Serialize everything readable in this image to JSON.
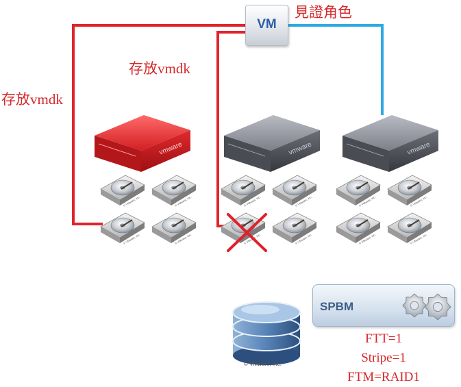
{
  "vm": {
    "label": "VM"
  },
  "labels": {
    "witness": "見證角色",
    "vmdk_a": "存放vmdk",
    "vmdk_b": "存放vmdk"
  },
  "hosts": [
    {
      "brand": "vmware",
      "color": "#d9282b",
      "status": "active"
    },
    {
      "brand": "vmware",
      "color": "#7b7e86",
      "status": "normal"
    },
    {
      "brand": "vmware",
      "color": "#7b7e86",
      "status": "normal"
    }
  ],
  "disk_copyright": "© VMware, Inc.",
  "failed_disk": {
    "host": 2,
    "slot": 3
  },
  "spbm": {
    "title": "SPBM",
    "policy": [
      "FTT=1",
      "Stripe=1",
      "FTM=RAID1"
    ]
  },
  "datastore": {
    "copyright": "© VMware, Inc."
  },
  "colors": {
    "red_line": "#e0252a",
    "blue_line": "#2eaae2",
    "label_red": "#d6282b"
  }
}
